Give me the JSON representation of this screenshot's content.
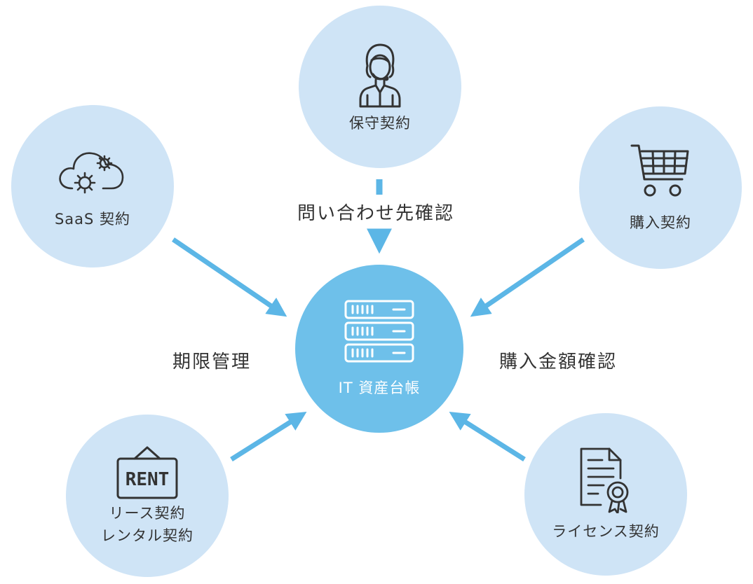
{
  "colors": {
    "satellite_bg": "#cfe4f6",
    "center_bg": "#6ec0ea",
    "arrow": "#5cb6e6",
    "icon_stroke": "#333333",
    "center_icon_stroke": "#ffffff"
  },
  "center": {
    "label": "IT 資産台帳",
    "icon": "server-stack-icon"
  },
  "nodes": [
    {
      "id": "maintenance",
      "label": "保守契約",
      "icon": "support-operator-icon"
    },
    {
      "id": "saas",
      "label": "SaaS 契約",
      "icon": "cloud-gears-icon"
    },
    {
      "id": "purchase",
      "label": "購入契約",
      "icon": "shopping-cart-icon"
    },
    {
      "id": "rent",
      "label": "リース契約\nレンタル契約",
      "icon": "rent-sign-icon",
      "sign_text": "RENT"
    },
    {
      "id": "license",
      "label": "ライセンス契約",
      "icon": "certificate-document-icon"
    }
  ],
  "captions": {
    "contact": "問い合わせ先確認",
    "deadline": "期限管理",
    "amount": "購入金額確認"
  }
}
